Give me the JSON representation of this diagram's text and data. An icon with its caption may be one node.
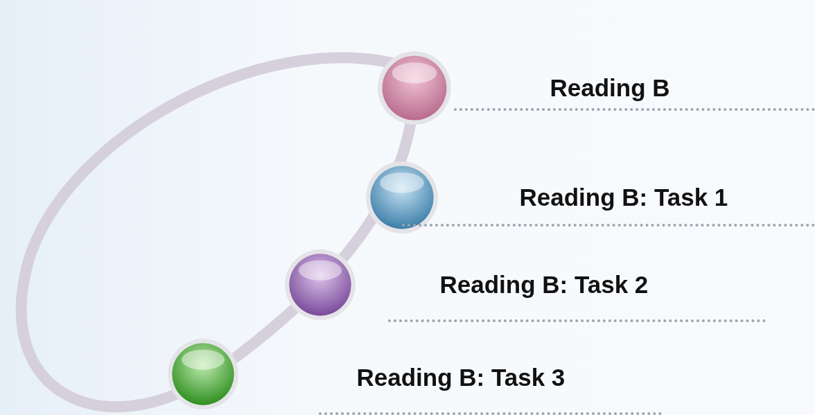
{
  "diagram": {
    "nodes": [
      {
        "text": [],
        "shape": "circle"
      },
      {
        "text": [],
        "shape": "circle"
      },
      {
        "text": [],
        "shape": "circle"
      },
      {
        "text": [],
        "shape": "circle"
      }
    ],
    "labels": [
      "Reading B",
      "Reading B: Task 1",
      "Reading B: Task 2",
      "Reading B: Task 3"
    ]
  }
}
